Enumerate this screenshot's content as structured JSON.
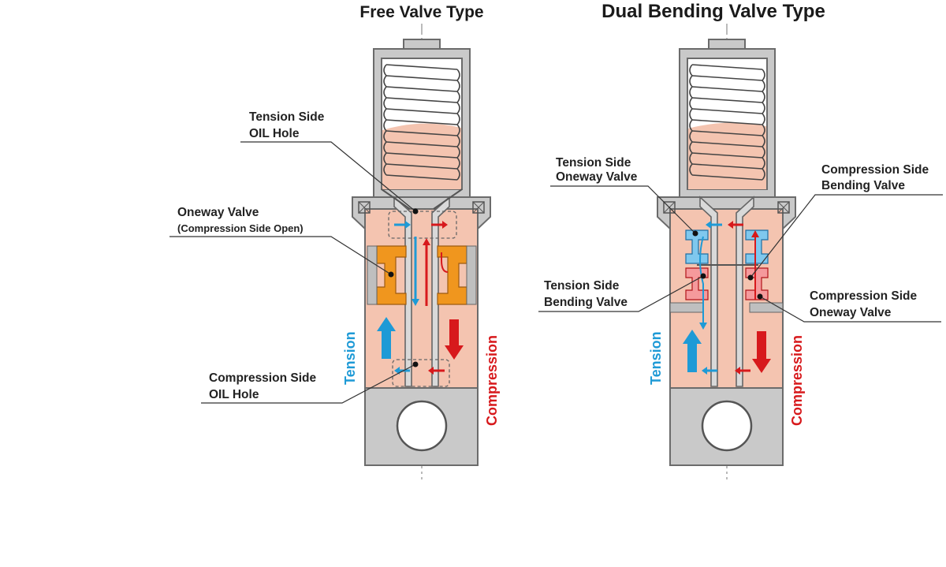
{
  "titles": {
    "left": "Free Valve Type",
    "right": "Dual Bending Valve Type"
  },
  "left_labels": {
    "tension_oil_hole_1": "Tension Side",
    "tension_oil_hole_2": "OIL Hole",
    "oneway_valve": "Oneway Valve",
    "oneway_valve_note": "(Compression Side Open)",
    "compression_oil_hole_1": "Compression  Side",
    "compression_oil_hole_2": "OIL Hole",
    "tension": "Tension",
    "compression": "Compression"
  },
  "right_labels": {
    "tension_oneway_1": "Tension Side",
    "tension_oneway_2": "Oneway Valve",
    "tension_bending_1": "Tension Side",
    "tension_bending_2": "Bending Valve",
    "compression_bending_1": "Compression Side",
    "compression_bending_2": "Bending Valve",
    "compression_oneway_1": "Compression  Side",
    "compression_oneway_2": "Oneway Valve",
    "tension": "Tension",
    "compression": "Compression"
  },
  "colors": {
    "tension": "#1e9ad6",
    "compression": "#d7191c",
    "oil": "#f4c4b0",
    "oil_dark": "#e9a98e",
    "orange_valve": "#f0961e",
    "blue_valve": "#7fc8ee",
    "body": "#c9c9c9",
    "outline": "#6b6b6b"
  }
}
